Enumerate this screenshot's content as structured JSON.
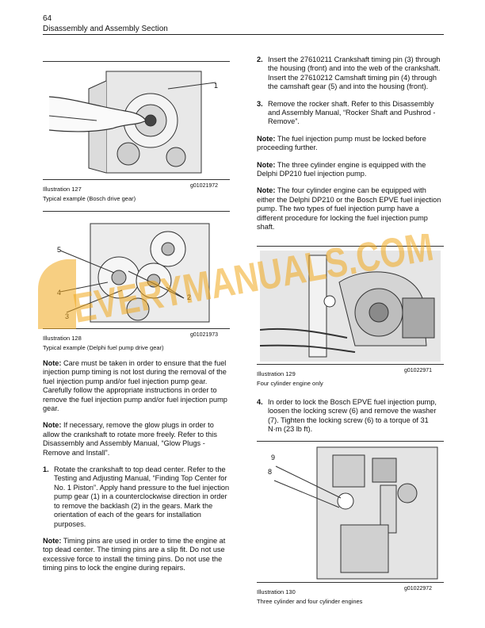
{
  "header": {
    "page_number": "64",
    "section_title": "Disassembly and Assembly Section"
  },
  "fig127": {
    "label": "Illustration 127",
    "id": "g01021972",
    "caption": "Typical example (Bosch drive gear)",
    "callouts": [
      "1"
    ]
  },
  "fig128": {
    "label": "Illustration 128",
    "id": "g01021973",
    "caption": "Typical example (Delphi fuel pump drive gear)",
    "callouts": [
      "5",
      "4",
      "3",
      "2"
    ]
  },
  "fig129": {
    "label": "Illustration 129",
    "id": "g01022971",
    "caption": "Four cylinder engine only"
  },
  "fig130": {
    "label": "Illustration 130",
    "id": "g01022972",
    "caption": "Three cylinder and four cylinder engines",
    "callouts": [
      "9",
      "8"
    ]
  },
  "left": {
    "note1_label": "Note:",
    "note1_text": " Care must be taken in order to ensure that the fuel injection pump timing is not lost during the removal of the fuel injection pump and/or fuel injection pump gear. Carefully follow the appropriate instructions in order to remove the fuel injection pump and/or fuel injection pump gear.",
    "note2_label": "Note:",
    "note2_text": " If necessary, remove the glow plugs in order to allow the crankshaft to rotate more freely. Refer to this Disassembly and Assembly Manual, “Glow Plugs - Remove and Install”.",
    "step1_num": "1.",
    "step1_text": "Rotate the crankshaft to top dead center. Refer to the Testing and Adjusting Manual, “Finding Top Center for No. 1 Piston”. Apply hand pressure to the fuel injection pump gear (1) in a counterclockwise direction in order to remove the backlash (2) in the gears. Mark the orientation of each of the gears for installation purposes.",
    "note3_label": "Note:",
    "note3_text": " Timing pins are used in order to time the engine at top dead center. The timing pins are a slip fit. Do not use excessive force to install the timing pins. Do not use the timing pins to lock the engine during repairs."
  },
  "right": {
    "step2_num": "2.",
    "step2_text": "Insert the 27610211 Crankshaft timing pin (3) through the housing (front) and into the web of the crankshaft. Insert the 27610212 Camshaft timing pin (4) through the camshaft gear (5) and into the housing (front).",
    "step3_num": "3.",
    "step3_text": "Remove the rocker shaft. Refer to this Disassembly and Assembly Manual, “Rocker Shaft and Pushrod - Remove”.",
    "note4_label": "Note:",
    "note4_text": " The fuel injection pump must be locked before proceeding further.",
    "note5_label": "Note:",
    "note5_text": " The three cylinder engine is equipped with the Delphi DP210 fuel injection pump.",
    "note6_label": "Note:",
    "note6_text": " The four cylinder engine can be equipped with either the Delphi DP210 or the Bosch EPVE fuel injection pump. The two types of fuel injection pump have a different procedure for locking the fuel injection pump shaft.",
    "step4_num": "4.",
    "step4_text": "In order to lock the Bosch EPVE fuel injection pump, loosen the locking screw (6) and remove the washer (7). Tighten the locking screw (6) to a torque of 31 N·m (23 lb ft)."
  },
  "watermark": {
    "text": "EVERYMANUALS.COM",
    "color": "#f0a81c"
  }
}
